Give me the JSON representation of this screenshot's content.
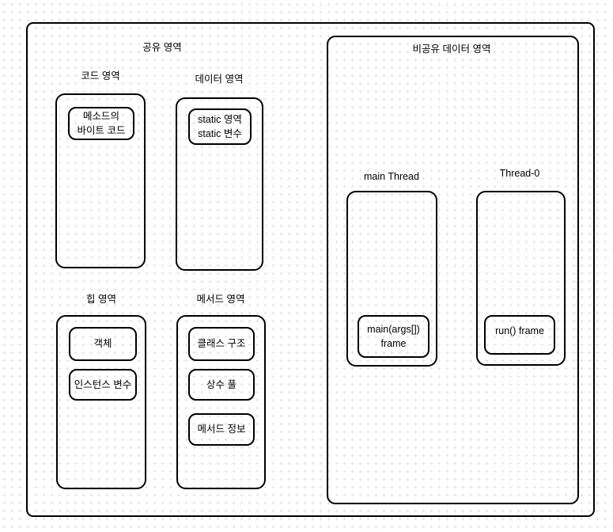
{
  "colors": {
    "stroke": "#000000",
    "background": "#ffffff",
    "grid_dot": "#e4e4e4",
    "text": "#000000"
  },
  "shared_region": {
    "title": "공유 영역",
    "code_area": {
      "label": "코드 영역",
      "item_line1": "메소드의",
      "item_line2": "바이트 코드"
    },
    "data_area": {
      "label": "데이터 영역",
      "item_line1": "static 영역",
      "item_line2": "static 변수"
    },
    "heap_area": {
      "label": "힙 영역",
      "item1": "객체",
      "item2": "인스턴스 변수"
    },
    "method_area": {
      "label": "메서드 영역",
      "item1": "클래스 구조",
      "item2": "상수 풀",
      "item3": "메서드 정보"
    }
  },
  "unshared_region": {
    "title": "비공유 데이터 영역",
    "main_thread": {
      "label": "main Thread",
      "frame_line1": "main(args[])",
      "frame_line2": "frame"
    },
    "thread_0": {
      "label": "Thread-0",
      "frame": "run() frame"
    }
  }
}
